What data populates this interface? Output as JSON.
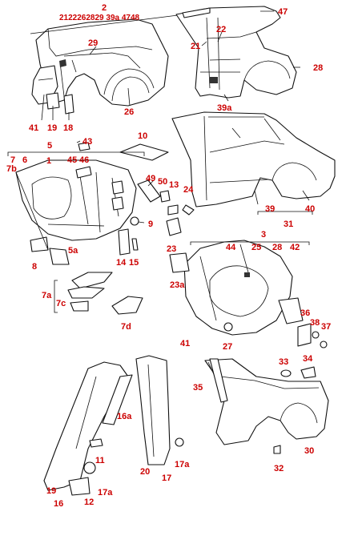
{
  "diagram": {
    "accent_color": "#cc0000",
    "line_color": "#111111",
    "callouts": {
      "c2": "2",
      "c2top": "2122262829 39a 4748",
      "c47": "47",
      "c21a": "21",
      "c22": "22",
      "c29": "29",
      "c28a": "28",
      "c39a": "39a",
      "c26": "26",
      "c41a": "41",
      "c19a": "19",
      "c18": "18",
      "c5": "5",
      "c43": "43",
      "c10": "10",
      "c7": "7",
      "c6": "6",
      "c7b": "7b",
      "c1": "1",
      "c45": "45",
      "c46": "46",
      "c49": "49",
      "c50": "50",
      "c13": "13",
      "c24": "24",
      "c9": "9",
      "c39": "39",
      "c40": "40",
      "c31": "31",
      "c8": "8",
      "c5a": "5a",
      "c23": "23",
      "c14": "14",
      "c15": "15",
      "c3": "3",
      "c44": "44",
      "c25": "25",
      "c28b": "28",
      "c42": "42",
      "c7a": "7a",
      "c7c": "7c",
      "c7d": "7d",
      "c23a": "23a",
      "c36": "36",
      "c38": "38",
      "c37": "37",
      "c41b": "41",
      "c27": "27",
      "c33": "33",
      "c34": "34",
      "c35": "35",
      "c16a": "16a",
      "c30": "30",
      "c11": "11",
      "c20": "20",
      "c17": "17",
      "c17a1": "17a",
      "c32": "32",
      "c19b": "19",
      "c17a2": "17a",
      "c16": "16",
      "c12": "12"
    }
  }
}
